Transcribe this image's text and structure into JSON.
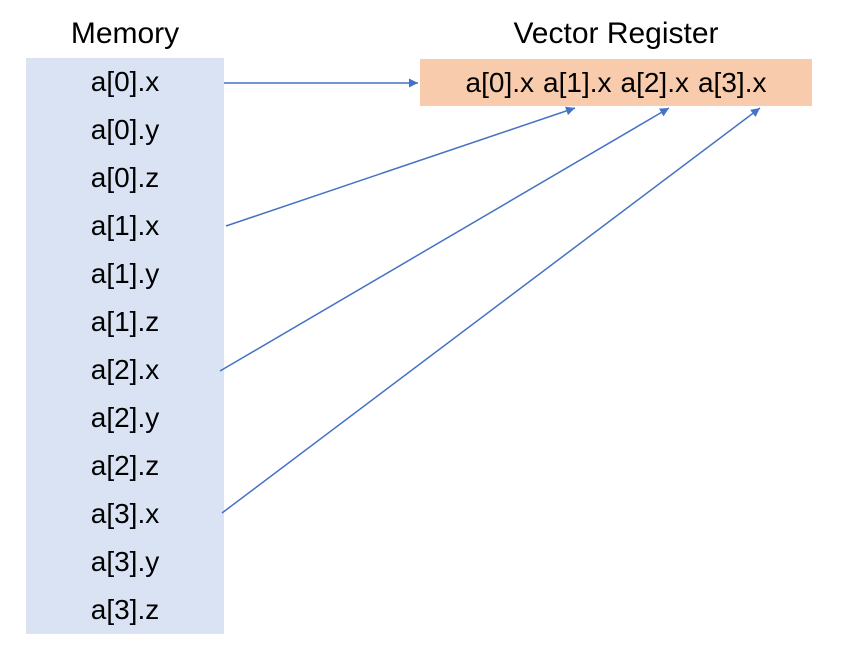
{
  "memory": {
    "title": "Memory",
    "cells": [
      "a[0].x",
      "a[0].y",
      "a[0].z",
      "a[1].x",
      "a[1].y",
      "a[1].z",
      "a[2].x",
      "a[2].y",
      "a[2].z",
      "a[3].x",
      "a[3].y",
      "a[3].z"
    ]
  },
  "register": {
    "title": "Vector Register",
    "lanes": [
      "a[0].x",
      "a[1].x",
      "a[2].x",
      "a[3].x"
    ]
  },
  "colors": {
    "memory_fill": "#dae3f3",
    "register_fill": "#f8cbad",
    "arrow": "#4472c4"
  }
}
